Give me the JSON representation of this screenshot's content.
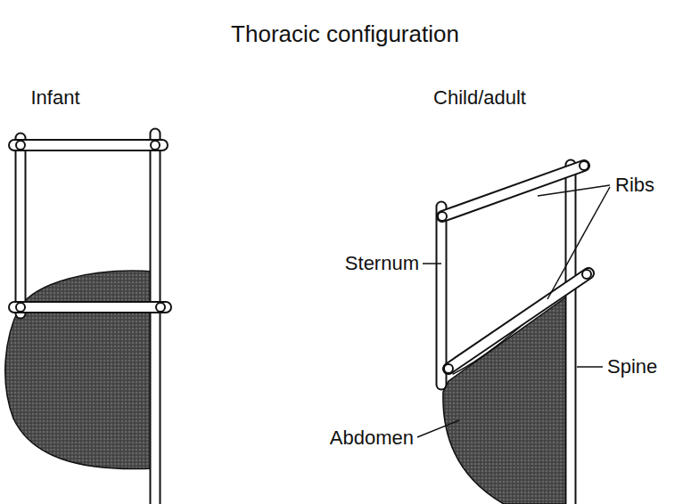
{
  "diagram": {
    "title": "Thoracic configuration",
    "labels": [
      "Infant",
      "Child/adult",
      "Ribs",
      "Sternum",
      "Spine",
      "Abdomen"
    ]
  }
}
